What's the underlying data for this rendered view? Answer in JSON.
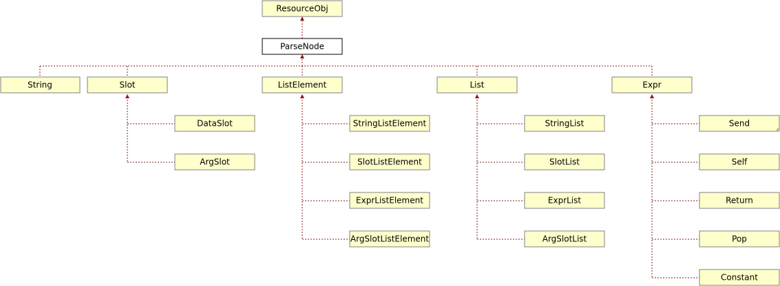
{
  "nodes": {
    "resourceobj": "ResourceObj",
    "parsenode": "ParseNode",
    "string": "String",
    "slot": "Slot",
    "listelement": "ListElement",
    "list": "List",
    "expr": "Expr",
    "dataslot": "DataSlot",
    "argslot": "ArgSlot",
    "stringlistelement": "StringListElement",
    "slotlistelement": "SlotListElement",
    "exprlistelement": "ExprListElement",
    "argslotlistelement": "ArgSlotListElement",
    "stringlist": "StringList",
    "slotlist": "SlotList",
    "exprlist": "ExprList",
    "argslotlist": "ArgSlotList",
    "send": "Send",
    "self": "Self",
    "return": "Return",
    "pop": "Pop",
    "constant": "Constant"
  },
  "colors": {
    "box_fill": "#ffffcc",
    "box_border": "#808080",
    "current_fill": "#ffffff",
    "edge": "#8b1a1a"
  }
}
